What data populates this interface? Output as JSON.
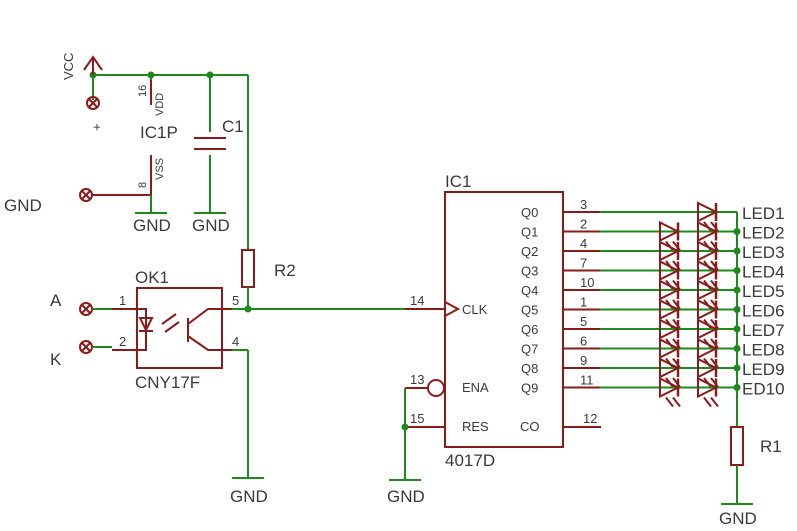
{
  "labels": {
    "vcc": "VCC",
    "plus": "+",
    "gnd_input": "GND",
    "ic1p": "IC1P",
    "vdd": "VDD",
    "vss": "VSS",
    "vdd_pin": "16",
    "vss_pin": "8",
    "c1": "C1",
    "r2": "R2",
    "r1": "R1",
    "ic1": "IC1",
    "ic1_type": "4017D",
    "ok1": "OK1",
    "ok1_type": "CNY17F",
    "a": "A",
    "k": "K",
    "gnd_ic1p": "GND",
    "gnd_c1": "GND",
    "gnd_ok1": "GND",
    "gnd_ic1": "GND",
    "gnd_r1": "GND"
  },
  "optocoupler_pins": [
    "1",
    "2",
    "5",
    "4"
  ],
  "ic1_left_pins": [
    {
      "num": "14",
      "name": "CLK"
    },
    {
      "num": "13",
      "name": "ENA"
    },
    {
      "num": "15",
      "name": "RES"
    }
  ],
  "ic1_outputs": [
    {
      "name": "Q0",
      "pin": "3",
      "led": "LED1"
    },
    {
      "name": "Q1",
      "pin": "2",
      "led": "LED2"
    },
    {
      "name": "Q2",
      "pin": "4",
      "led": "LED3"
    },
    {
      "name": "Q3",
      "pin": "7",
      "led": "LED4"
    },
    {
      "name": "Q4",
      "pin": "10",
      "led": "LED5"
    },
    {
      "name": "Q5",
      "pin": "1",
      "led": "LED6"
    },
    {
      "name": "Q6",
      "pin": "5",
      "led": "LED7"
    },
    {
      "name": "Q7",
      "pin": "6",
      "led": "LED8"
    },
    {
      "name": "Q8",
      "pin": "9",
      "led": "LED9"
    },
    {
      "name": "Q9",
      "pin": "11",
      "led": "ED10"
    }
  ],
  "ic1_co": {
    "name": "CO",
    "pin": "12"
  },
  "colors": {
    "wire": "#1e8a1e",
    "component": "#8b1a1a",
    "text": "#3a3a3a"
  }
}
